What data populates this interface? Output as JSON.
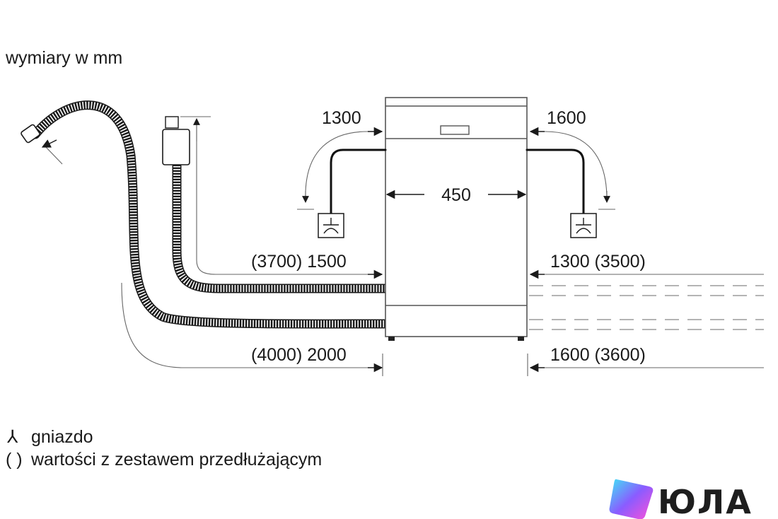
{
  "header": {
    "units_note": "wymiary w mm"
  },
  "dimensions": {
    "left_cord": "1300",
    "right_cord": "1600",
    "width": "450",
    "left_hose_upper": "(3700) 1500",
    "right_hose_upper": "1300 (3500)",
    "left_hose_lower": "(4000) 2000",
    "right_hose_lower": "1600 (3600)"
  },
  "legend": {
    "socket_symbol": "⅄",
    "socket_label": "gniazdo",
    "extension_symbol": "( )",
    "extension_label": "wartości z zestawem przedłużającym"
  },
  "logo": {
    "text": "ЮЛА"
  },
  "colors": {
    "line": "#1a1a1a",
    "cabinet": "#555555",
    "logo_gradient": [
      "#3ee6f5",
      "#8a5cff",
      "#ff4fd8"
    ]
  }
}
